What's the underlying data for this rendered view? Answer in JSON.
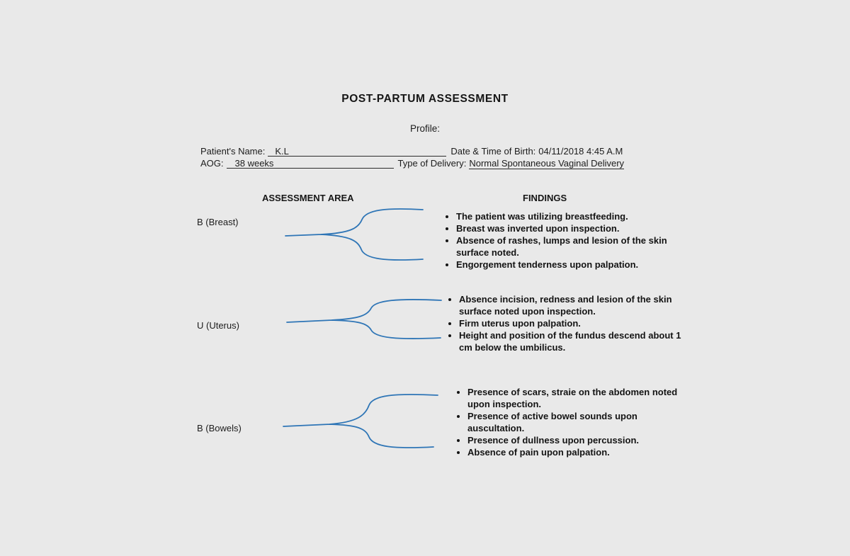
{
  "page": {
    "title": "POST-PARTUM ASSESSMENT",
    "profile_label": "Profile:"
  },
  "profile": {
    "patient_name_label": "Patient's Name:",
    "patient_name": "K.L",
    "dob_label": "Date & Time of Birth:",
    "dob_value": "04/11/2018 4:45 A.M",
    "aog_label": "AOG:",
    "aog_value": "38 weeks",
    "delivery_label": "Type of Delivery:",
    "delivery_value": "Normal Spontaneous Vaginal Delivery"
  },
  "table": {
    "col1_header": "ASSESSMENT AREA",
    "col2_header": "FINDINGS",
    "rows": [
      {
        "area": "B (Breast)",
        "findings": [
          "The patient was utilizing breastfeeding.",
          "Breast was inverted upon inspection.",
          "Absence of rashes, lumps and lesion of the skin surface noted.",
          "Engorgement tenderness upon palpation."
        ]
      },
      {
        "area": "U (Uterus)",
        "findings": [
          "Absence incision, redness and lesion of the skin surface noted upon inspection.",
          "Firm uterus upon palpation.",
          "Height and position of the fundus descend about 1 cm below the umbilicus."
        ]
      },
      {
        "area": "B (Bowels)",
        "findings": [
          "Presence of scars, straie on the abdomen noted upon inspection.",
          "Presence of active bowel sounds upon auscultation.",
          "Presence of dullness upon percussion.",
          "Absence of pain upon palpation."
        ]
      }
    ]
  },
  "colors": {
    "background": "#e9e9e9",
    "text": "#1c1c1c",
    "brace": "#2e75b6"
  }
}
